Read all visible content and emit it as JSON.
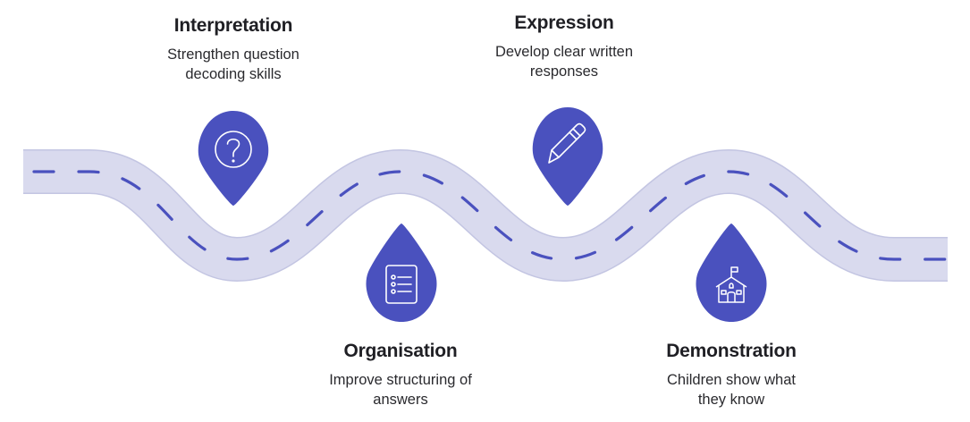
{
  "colors": {
    "accent": "#4A51BE",
    "road_fill": "#D9DAEE",
    "road_edge": "#C3C5E2",
    "icon_stroke": "#FFFFFF",
    "text": "#1F1F24"
  },
  "milestones": [
    {
      "id": "interpretation",
      "title": "Interpretation",
      "description_lines": [
        "Strengthen question",
        "decoding skills"
      ],
      "icon": "question-circle-icon",
      "marker": "pin-pointing-down",
      "position": "above-road"
    },
    {
      "id": "organisation",
      "title": "Organisation",
      "description_lines": [
        "Improve structuring of",
        "answers"
      ],
      "icon": "checklist-icon",
      "marker": "drop-pointing-up",
      "position": "below-road"
    },
    {
      "id": "expression",
      "title": "Expression",
      "description_lines": [
        "Develop clear written",
        "responses"
      ],
      "icon": "pencil-icon",
      "marker": "pin-pointing-down",
      "position": "above-road"
    },
    {
      "id": "demonstration",
      "title": "Demonstration",
      "description_lines": [
        "Children show what",
        "they know"
      ],
      "icon": "school-house-icon",
      "marker": "drop-pointing-up",
      "position": "below-road"
    }
  ]
}
